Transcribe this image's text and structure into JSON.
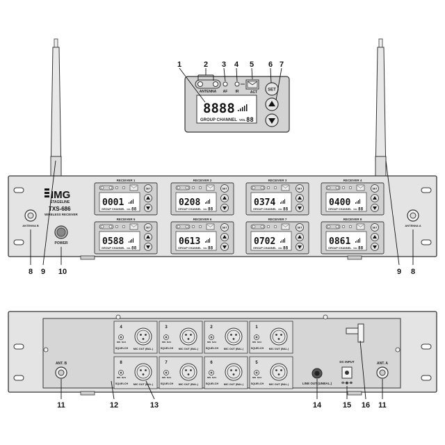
{
  "detail": {
    "antenna": "ANTENNA",
    "af": "AF",
    "ir": "IR",
    "act": "ACT",
    "set": "SET",
    "digits": "8888",
    "vol_digits": "88",
    "group_channel": "GROUP  CHANNEL",
    "vol": "VOL"
  },
  "callouts_top": [
    "1",
    "2",
    "3",
    "4",
    "5",
    "6",
    "7"
  ],
  "brand": {
    "logo": "IMG",
    "stageline": "STAGELINE",
    "model": "TXS-686",
    "subtitle": "WIRELESS RECEIVER"
  },
  "front": {
    "antenna_b": "ANTENNA B",
    "antenna_a": "ANTENNA A",
    "power": "POWER",
    "group_channel": "GROUP CHANNEL",
    "vol": "VOL",
    "receivers": [
      {
        "title": "RECEIVER 1",
        "display": "0001",
        "vol": "88"
      },
      {
        "title": "RECEIVER 2",
        "display": "0208",
        "vol": "88"
      },
      {
        "title": "RECEIVER 3",
        "display": "0374",
        "vol": "88"
      },
      {
        "title": "RECEIVER 4",
        "display": "0400",
        "vol": "88"
      },
      {
        "title": "RECEIVER 5",
        "display": "0588",
        "vol": "88"
      },
      {
        "title": "RECEIVER 6",
        "display": "0613",
        "vol": "88"
      },
      {
        "title": "RECEIVER 7",
        "display": "0702",
        "vol": "88"
      },
      {
        "title": "RECEIVER 8",
        "display": "0861",
        "vol": "88"
      }
    ]
  },
  "callouts_front": [
    "8",
    "9",
    "10",
    "9",
    "8"
  ],
  "rear": {
    "ant_b": "ANT. B",
    "ant_a": "ANT. A",
    "min": "MIN",
    "max": "MAX",
    "squelch": "SQUELCH",
    "mic_out": "MIC OUT (BAL.)",
    "line_out": "LINE OUT (UNBAL.)",
    "dc_input": "DC INPUT",
    "top_channels": [
      "4",
      "3",
      "2",
      "1"
    ],
    "bottom_channels": [
      "8",
      "7",
      "6",
      "5"
    ]
  },
  "callouts_rear": [
    "11",
    "12",
    "13",
    "14",
    "15",
    "16",
    "11"
  ]
}
